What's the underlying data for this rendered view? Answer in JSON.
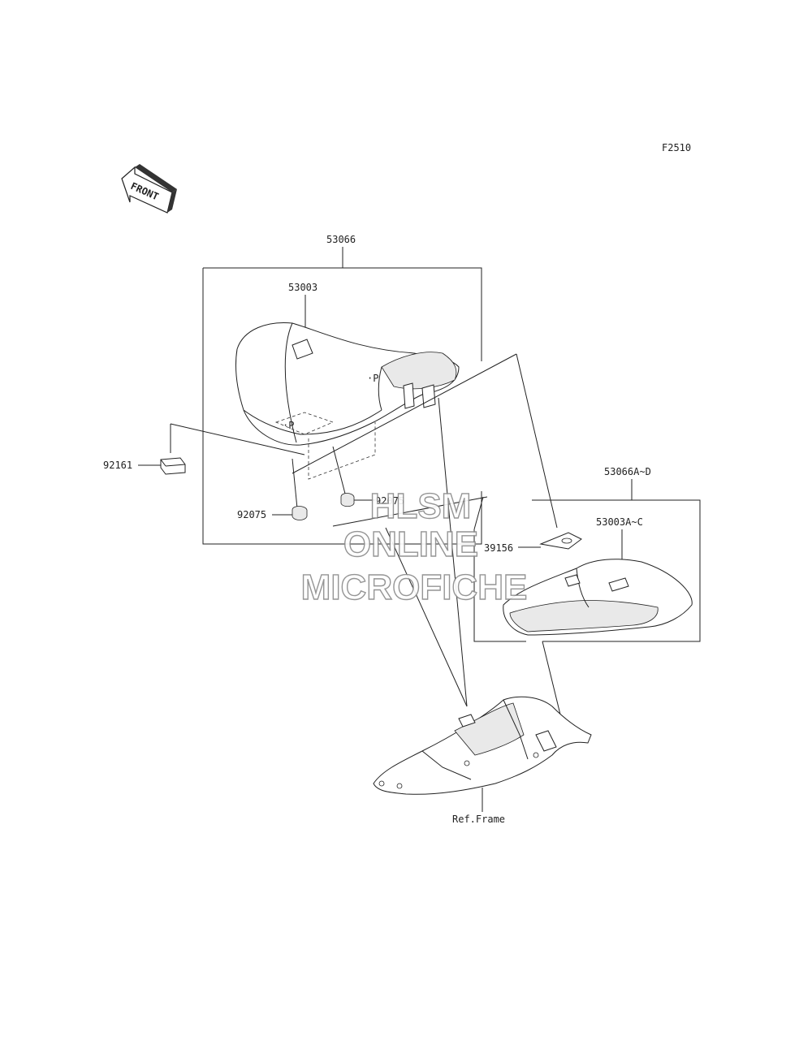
{
  "figure_code": "F2510",
  "front_label": "FRONT",
  "parts": {
    "seat_assy": "53066",
    "seat": "53003",
    "clip": "92161",
    "damper_left": "92075",
    "damper_right": "92075",
    "seat_assy_alt": "53066A~D",
    "seat_alt": "53003A~C",
    "cover": "39156",
    "frame_ref": "Ref.Frame"
  },
  "watermark": {
    "line1": "HLSM",
    "line2": "ONLINE",
    "line3": "MICROFICHE"
  }
}
